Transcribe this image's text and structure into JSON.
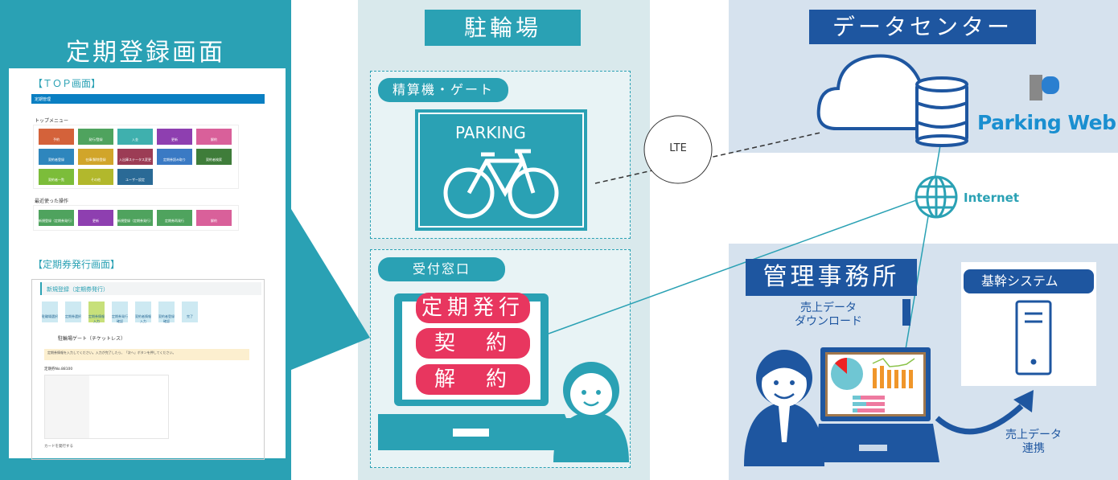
{
  "left_panel": {
    "title": "定期登録画面",
    "top_screen_label": "【ＴＯＰ画面】",
    "top_screen": {
      "app_name": "定期管理",
      "top_menu_heading": "トップメニュー",
      "menu_tiles": [
        "予約",
        "発行/登録",
        "入金",
        "更新",
        "解約",
        "契約者登録",
        "在庫/解除登録",
        "入出庫ステータス変更",
        "定期券読み取り",
        "契約者検索",
        "契約者一覧",
        "その他",
        "ユーザー設定"
      ],
      "recent_heading": "最近使った操作",
      "recent_tiles": [
        "新規登録（定期券発行）",
        "更新",
        "新規登録（定期券発行）",
        "定期券再発行",
        "解約"
      ]
    },
    "issue_screen_label": "【定期券発行画面】",
    "issue_screen": {
      "header": "新規登録（定期券発行）",
      "steps": [
        "駐輪場選択",
        "定期券選択",
        "定期券情報入力",
        "定期券発行確認",
        "契約者情報入力",
        "契約者登録確認",
        "完了"
      ],
      "gate_title": "駐輪場ゲート（チケットレス）",
      "notice": "定期券情報を入力してください。入力が完了したら、「次へ」ボタンを押してください。",
      "ticket_no": "定期券No.88100",
      "card_option": "カードを発行する"
    }
  },
  "parking": {
    "title": "駐輪場",
    "gate_label": "精算機・ゲート",
    "sign_text": "PARKING",
    "counter_label": "受付窓口",
    "buttons": [
      "定期発行",
      "契　約",
      "解　約"
    ]
  },
  "connection": {
    "lte": "LTE",
    "internet": "Internet"
  },
  "datacenter": {
    "title": "データセンター",
    "logo_text": "Parking Web"
  },
  "office": {
    "title": "管理事務所",
    "download_label_1": "売上データ",
    "download_label_2": "ダウンロード",
    "core_system": "基幹システム",
    "link_label_1": "売上データ",
    "link_label_2": "連携"
  },
  "colors": {
    "teal": "#2aa1b4",
    "navy": "#1e56a0",
    "pink": "#e8365f"
  }
}
